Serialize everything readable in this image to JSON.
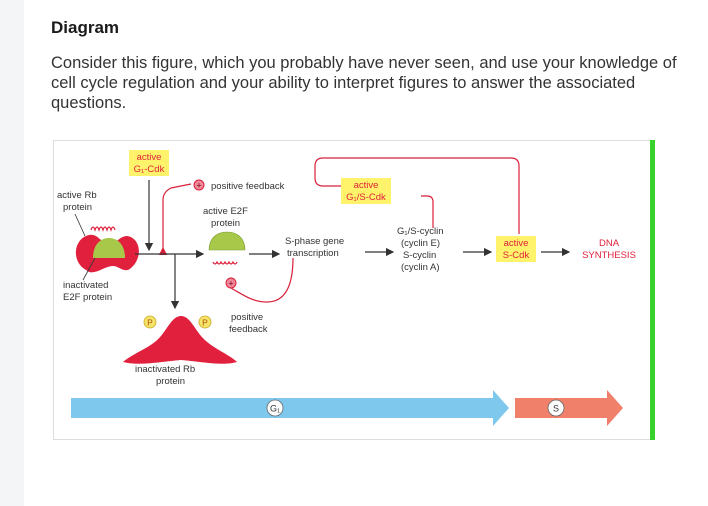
{
  "question": {
    "heading": "Diagram",
    "prompt": "Consider this figure, which you probably have never seen, and use your knowledge of cell cycle regulation and your ability to interpret figures to answer the associated questions."
  },
  "figure": {
    "labels": {
      "active_g1_cdk_1": "active",
      "active_g1_cdk_2": "G₁-Cdk",
      "active_rb_1": "active Rb",
      "active_rb_2": "protein",
      "inactivated_e2f_1": "inactivated",
      "inactivated_e2f_2": "E2F protein",
      "positive_feedback_top": "positive feedback",
      "active_e2f_1": "active E2F",
      "active_e2f_2": "protein",
      "active_g1s_cdk_1": "active",
      "active_g1s_cdk_2": "G₁/S-Cdk",
      "sphase_1": "S-phase gene",
      "sphase_2": "transcription",
      "cyclins_1": "G₁/S-cyclin",
      "cyclins_2": "(cyclin E)",
      "cyclins_3": "S-cyclin",
      "cyclins_4": "(cyclin A)",
      "active_s_cdk_1": "active",
      "active_s_cdk_2": "S-Cdk",
      "dna_1": "DNA",
      "dna_2": "SYNTHESIS",
      "positive_feedback_bottom_1": "positive",
      "positive_feedback_bottom_2": "feedback",
      "inactivated_rb_1": "inactivated Rb",
      "inactivated_rb_2": "protein",
      "phosphate": "P",
      "plus": "+",
      "phase_g1": "G₁",
      "phase_s": "S"
    },
    "colors": {
      "rb_protein": "#e0203c",
      "e2f_protein": "#a8c84a",
      "cdk_box": "#fff36b",
      "cdk_text": "#e0203c",
      "feedback_line": "#d8203a",
      "g1_arrow": "#7ec8ee",
      "s_arrow": "#f0806a",
      "phosphate": "#f5e46a",
      "border": "#39d12d"
    }
  }
}
